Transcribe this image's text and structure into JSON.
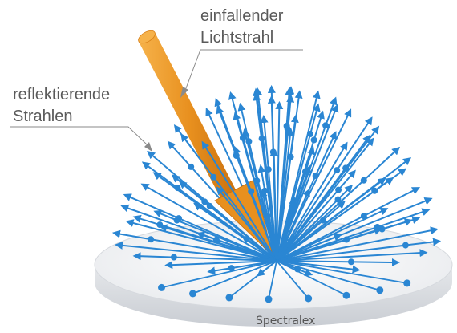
{
  "labels": {
    "incident_line1": "einfallender",
    "incident_line2": "Lichtstrahl",
    "reflected_line1": "reflektierende",
    "reflected_line2": "Strahlen"
  },
  "brand": "Spectralex",
  "colors": {
    "ray": "#2a86d3",
    "ray_light": "#5aa6e6",
    "beam": "#e58b1c",
    "beam_light": "#f4aa3f",
    "disc_top": "#f4f5f7",
    "disc_side": "#d9dce1",
    "leader": "#8a8a8a"
  }
}
